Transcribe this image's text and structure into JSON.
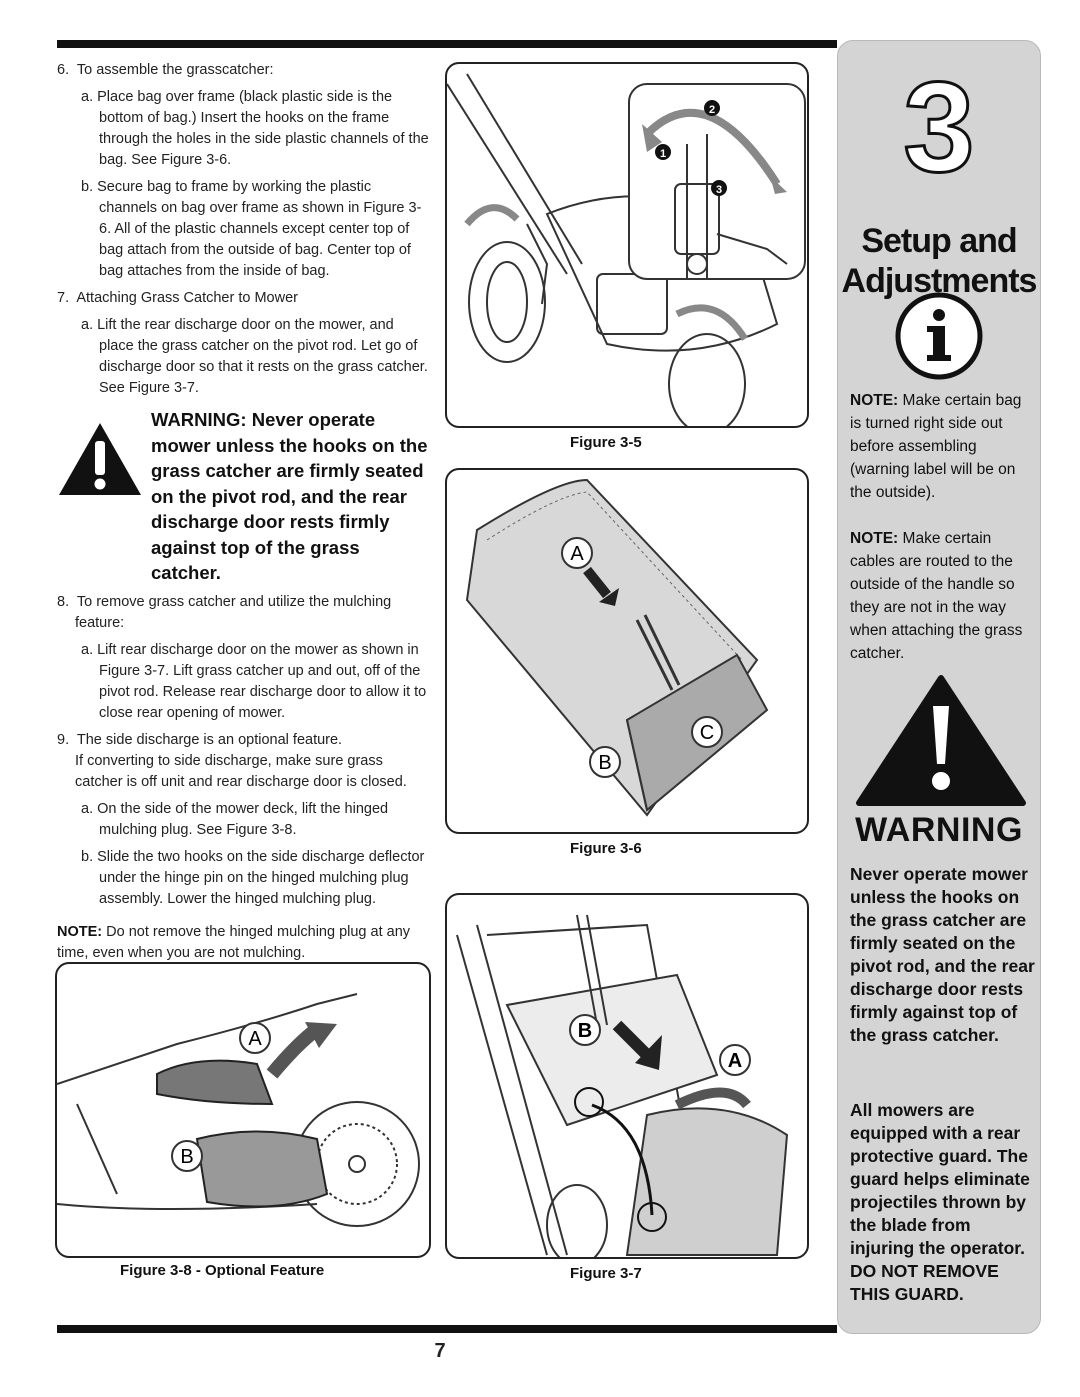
{
  "page_number": "7",
  "left_column": {
    "step6": {
      "num": "6.",
      "text": "To assemble the grasscatcher:",
      "a": "a. Place bag over frame (black plastic side is the bottom of bag.) Insert the hooks on the frame through the holes in the side plastic channels of the bag. See Figure 3-6.",
      "b": "b. Secure bag to frame by working the plastic channels on bag over frame as shown in Figure 3-6. All of the plastic channels except center top of bag attach from the outside of bag. Center top of bag attaches from the inside of bag."
    },
    "step7": {
      "num": "7.",
      "text": "Attaching Grass Catcher to Mower",
      "a": "a. Lift the rear discharge door on the mower, and place the grass catcher on the pivot rod. Let go of discharge door so that it rests on the grass catcher. See Figure 3-7."
    },
    "warning": "WARNING: Never operate mower unless the hooks on the grass catcher are firmly seated on the pivot rod, and the rear discharge door rests firmly against top of the grass catcher.",
    "step8": {
      "num": "8.",
      "text": "To remove grass catcher and utilize the mulching feature:",
      "a": "a. Lift rear discharge door on the mower as shown in Figure 3-7. Lift grass catcher up and out, off of the pivot rod. Release rear discharge door to allow it to close rear opening of mower."
    },
    "step9": {
      "num": "9.",
      "text": "The side discharge is an optional feature.",
      "text2": "If converting to side discharge, make sure grass catcher is off unit and rear discharge door is closed.",
      "a": "a. On the side of the mower deck, lift the hinged mulching plug. See Figure 3-8.",
      "b": "b. Slide the two hooks on the side discharge deflector under the hinge pin on the hinged mulching plug assembly. Lower the hinged mulching plug."
    },
    "note_label": "NOTE:",
    "note_text": "Do not remove the hinged mulching plug at any time, even when you are not mulching."
  },
  "figures": {
    "fig5": {
      "caption": "Figure 3-5",
      "callouts": [
        "1",
        "2",
        "3"
      ]
    },
    "fig6": {
      "caption": "Figure 3-6",
      "labels": [
        "A",
        "B",
        "C"
      ]
    },
    "fig7": {
      "caption": "Figure 3-7",
      "labels": [
        "A",
        "B"
      ]
    },
    "fig8": {
      "caption": "Figure 3-8 - Optional Feature",
      "labels": [
        "A",
        "B"
      ]
    }
  },
  "sidebar": {
    "chapter_number": "3",
    "chapter_title_line1": "Setup and",
    "chapter_title_line2": "Adjustments",
    "icon": "info-icon",
    "note1_label": "NOTE:",
    "note1_text": "Make certain bag is turned right side out before assembling (warning label will be on the outside).",
    "note2_label": "NOTE:",
    "note2_text": "Make certain cables are routed to the outside of the handle so they are not in the way when attaching the grass catcher.",
    "warning_word": "WARNING",
    "warning_text": "Never operate mower unless the hooks on the grass catcher are firmly seated on the pivot rod, and the rear discharge door rests firmly against top of the grass catcher.",
    "guard_text": "All mowers are equipped with a rear protective guard. The guard helps eliminate projectiles thrown by the blade from injuring the operator.",
    "guard_caps": "DO NOT REMOVE THIS GUARD."
  },
  "colors": {
    "text": "#222222",
    "sidebar_bg": "#d4d4d4",
    "rule": "#111111"
  }
}
